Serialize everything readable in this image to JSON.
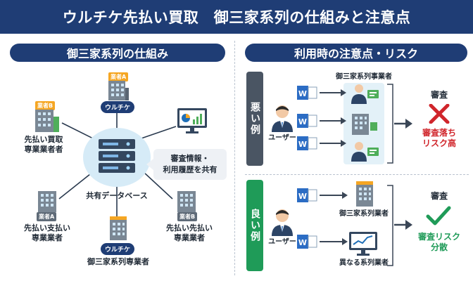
{
  "header": {
    "title": "ウルチケ先払い買取　御三家系列の仕組みと注意点"
  },
  "left": {
    "title": "御三家系列の仕組み",
    "database_label": "共有データベース",
    "bubble_lines": [
      "審査情報・",
      "利用履歴を共有"
    ],
    "nodes": {
      "top": {
        "tag": "業者A",
        "badge": "ウルチケ"
      },
      "upper_left": {
        "tag": "業者B",
        "label_lines": [
          "先払い買取",
          "専業業者者"
        ]
      },
      "lower_left": {
        "tag": "業者A",
        "label_lines": [
          "先払い支払い",
          "専業業者"
        ]
      },
      "bottom": {
        "badge": "ウルチケ",
        "label": "御三家系列専業者"
      },
      "lower_right": {
        "tag": "業者B",
        "label_lines": [
          "先払い先払い",
          "専業業者"
        ]
      }
    }
  },
  "right": {
    "title": "利用時の注意点・リスク",
    "bad": {
      "tag": "悪い例",
      "user_label": "ユーザー",
      "group_label": "御三家系列事業者",
      "result_title": "審査",
      "result_lines": [
        "審査落ち",
        "リスク高"
      ]
    },
    "good": {
      "tag": "良い例",
      "user_label": "ユーザー",
      "company_a": "御三家系列業者",
      "company_b": "異なる系列業者",
      "result_title": "審査",
      "result_lines": [
        "審査リスク",
        "分散"
      ]
    }
  },
  "colors": {
    "navy": "#1f3d75",
    "red": "#d0252b",
    "green": "#1f9b58",
    "orange": "#f5a623"
  }
}
